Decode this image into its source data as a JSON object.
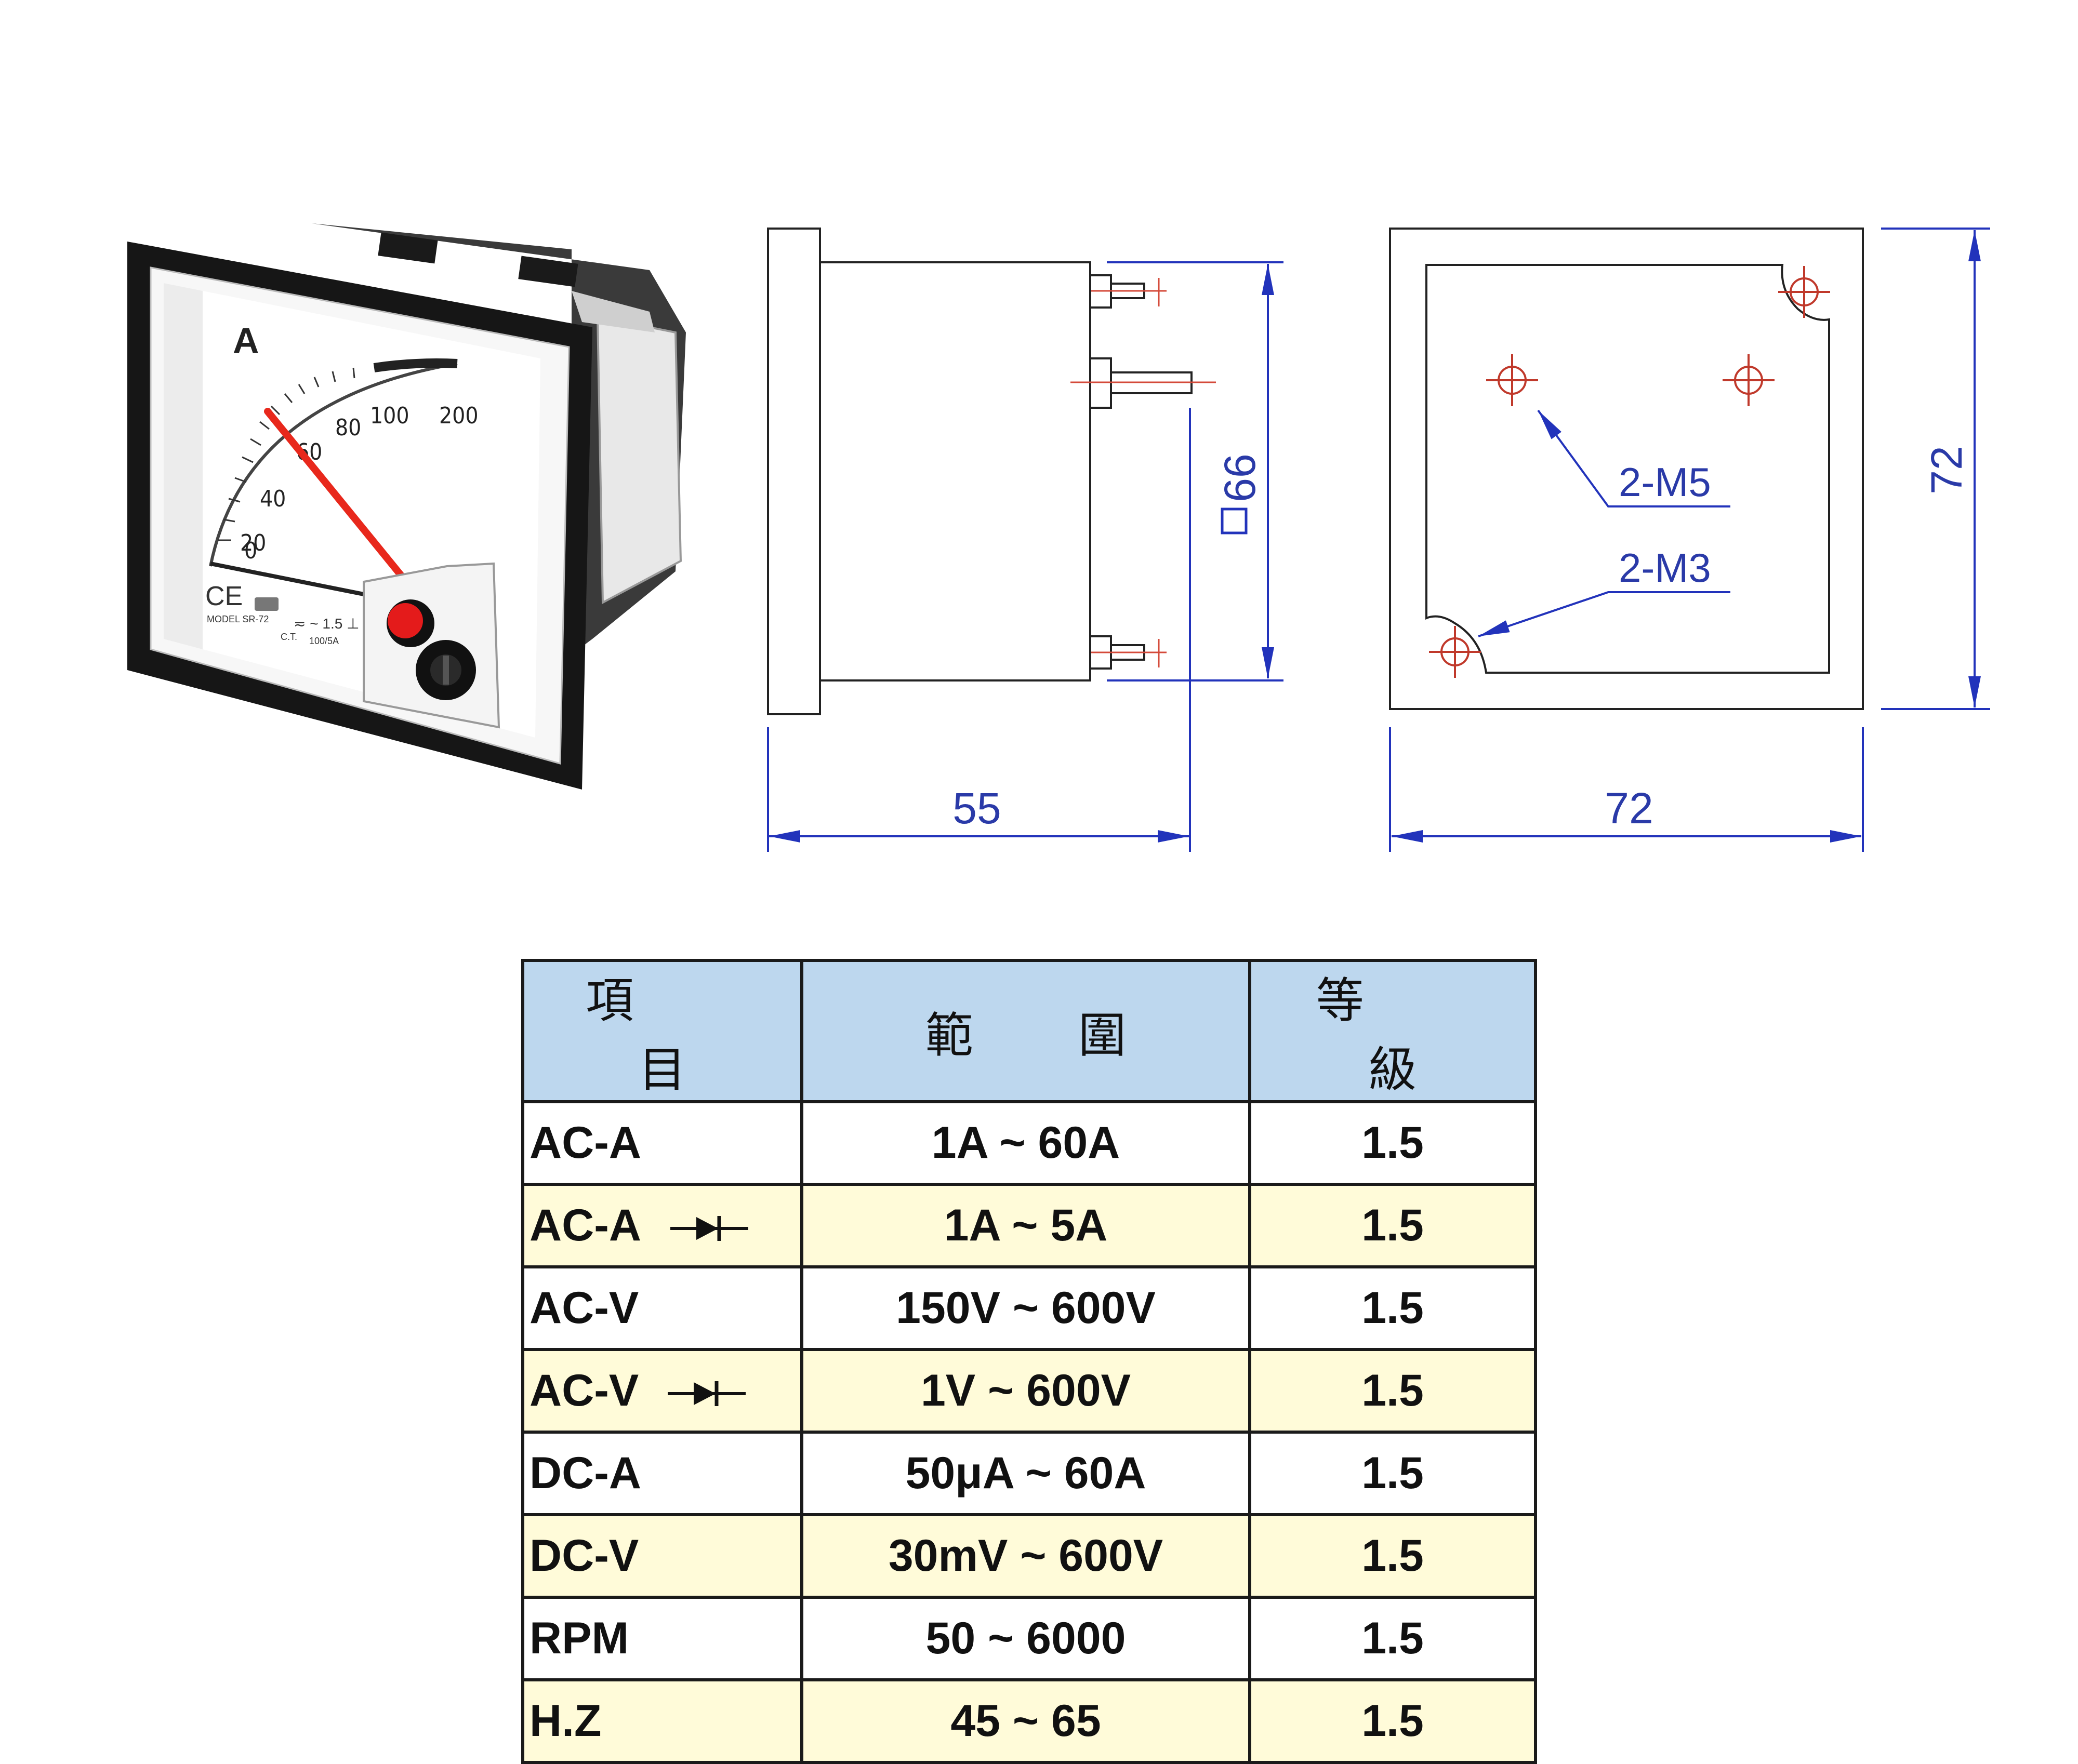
{
  "meter": {
    "unit_letter": "A",
    "scale_labels": [
      "0",
      "20",
      "40",
      "60",
      "80",
      "100",
      "200"
    ],
    "model_text": "MODEL SR-72",
    "spec_text": "≂ ~ 1.5 ⊥",
    "ct_text": "C.T.",
    "ct_ratio": "100/5A",
    "ce_mark": "CE"
  },
  "side_view": {
    "width_dim": "55",
    "square_dim": "66"
  },
  "rear_view": {
    "width_dim": "72",
    "height_dim": "72",
    "callout_m5": "2-M5",
    "callout_m3": "2-M3"
  },
  "colors": {
    "dimension_blue": "#2233bb",
    "header_bg": "#bdd7ee",
    "row_alt_bg": "#fffbd9",
    "needle": "#e8281c"
  },
  "table": {
    "headers": [
      "項目",
      "範圍",
      "等級"
    ],
    "rows": [
      {
        "item": "AC-A",
        "rectifier": false,
        "range": "1A ~ 60A",
        "grade": "1.5"
      },
      {
        "item": "AC-A",
        "rectifier": true,
        "range": "1A ~ 5A",
        "grade": "1.5"
      },
      {
        "item": "AC-V",
        "rectifier": false,
        "range": "150V ~ 600V",
        "grade": "1.5"
      },
      {
        "item": "AC-V",
        "rectifier": true,
        "range": "1V ~ 600V",
        "grade": "1.5"
      },
      {
        "item": "DC-A",
        "rectifier": false,
        "range": "50μA ~ 60A",
        "grade": "1.5"
      },
      {
        "item": "DC-V",
        "rectifier": false,
        "range": "30mV ~ 600V",
        "grade": "1.5"
      },
      {
        "item": "RPM",
        "rectifier": false,
        "range": "50 ~ 6000",
        "grade": "1.5"
      },
      {
        "item": "H.Z",
        "rectifier": false,
        "range": "45 ~ 65",
        "grade": "1.5"
      }
    ]
  }
}
